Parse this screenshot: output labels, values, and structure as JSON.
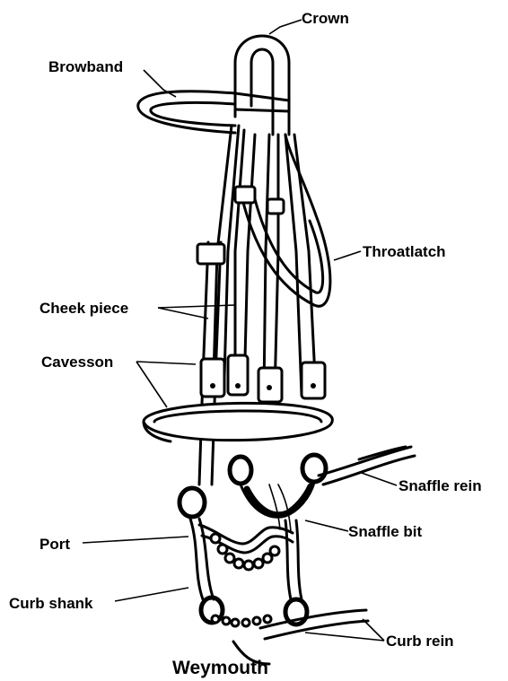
{
  "diagram": {
    "title": "Weymouth",
    "labels": {
      "crown": "Crown",
      "browband": "Browband",
      "throatlatch": "Throatlatch",
      "cheek_piece": "Cheek piece",
      "cavesson": "Cavesson",
      "snaffle_rein": "Snaffle rein",
      "snaffle_bit": "Snaffle bit",
      "port": "Port",
      "curb_shank": "Curb shank",
      "curb_rein": "Curb rein"
    },
    "colors": {
      "ink": "#000000",
      "paper": "#ffffff"
    }
  }
}
